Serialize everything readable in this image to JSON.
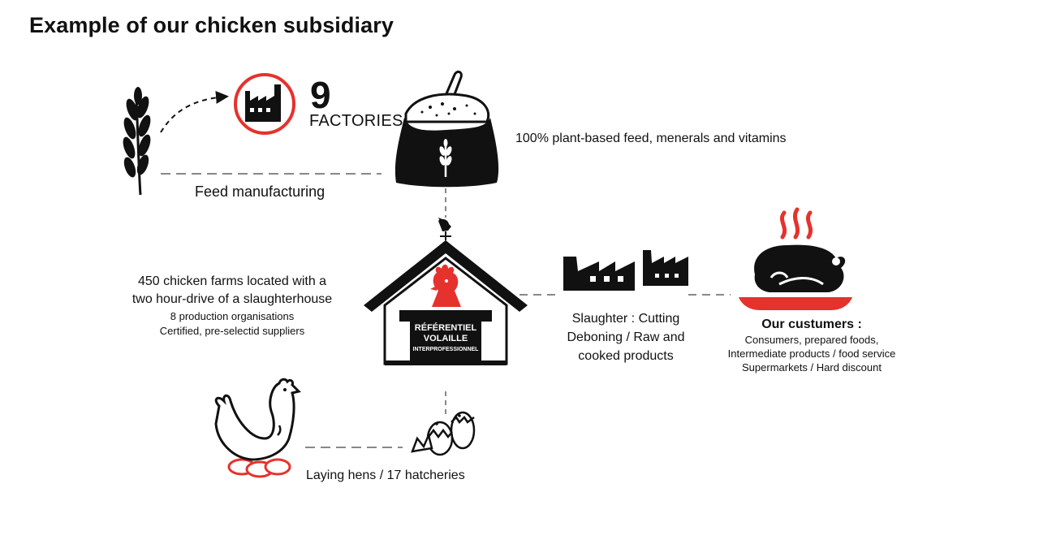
{
  "title": "Example of our chicken subsidiary",
  "colors": {
    "accent_red": "#e5322d",
    "ink": "#111111"
  },
  "feed": {
    "factory_count": "9",
    "factory_label": "FACTORIES",
    "section_label": "Feed manufacturing",
    "feed_description": "100% plant-based feed, menerals and vitamins",
    "icons": [
      "wheat-icon",
      "factory-icon",
      "feed-sack-icon"
    ]
  },
  "farms": {
    "line1": "450 chicken farms located with a",
    "line2": "two hour-drive of a slaughterhouse",
    "line3": "8 production organisations",
    "line4": "Certified, pre-selectid suppliers",
    "barn_sign": [
      "RÉFÉRENTIEL",
      "VOLAILLE",
      "INTERPROFESSIONNEL"
    ]
  },
  "slaughter": {
    "line1": "Slaughter : Cutting",
    "line2": "Deboning / Raw and",
    "line3": "cooked products"
  },
  "customers": {
    "heading": "Our custumers :",
    "line1": "Consumers, prepared foods,",
    "line2": "Intermediate products / food service",
    "line3": "Supermarkets / Hard discount"
  },
  "hatch": {
    "label": "Laying hens / 17 hatcheries"
  }
}
